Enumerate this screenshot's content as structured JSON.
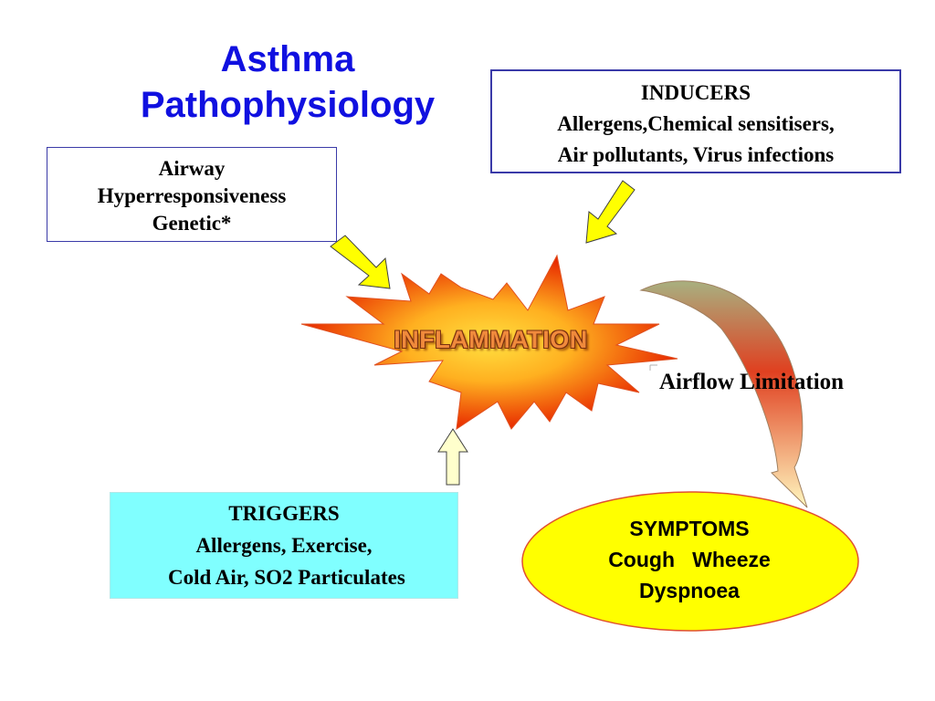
{
  "title": {
    "line1": "Asthma",
    "line2": "Pathophysiology"
  },
  "inducers": {
    "heading": "INDUCERS",
    "line1": "Allergens,Chemical sensitisers,",
    "line2": "Air pollutants, Virus infections"
  },
  "airway": {
    "line1": "Airway",
    "line2": "Hyperresponsiveness",
    "line3": "Genetic*"
  },
  "center": {
    "label": "INFLAMMATION"
  },
  "airflow": {
    "label": "Airflow Limitation"
  },
  "triggers": {
    "heading": "TRIGGERS",
    "line1": "Allergens, Exercise,",
    "line2": " Cold Air, SO2 Particulates"
  },
  "symptoms": {
    "heading": "SYMPTOMS",
    "line1": "Cough   Wheeze",
    "line2": "Dyspnoea"
  },
  "colors": {
    "title": "#1010e0",
    "box_border": "#3a3aa8",
    "triggers_fill": "#80ffff",
    "symptoms_fill": "#ffff00",
    "symptoms_border": "#e05030",
    "arrow_yellow": "#ffff00",
    "arrow_light": "#ffffcc",
    "burst_outer": "#e02000",
    "burst_inner": "#ffd020"
  }
}
